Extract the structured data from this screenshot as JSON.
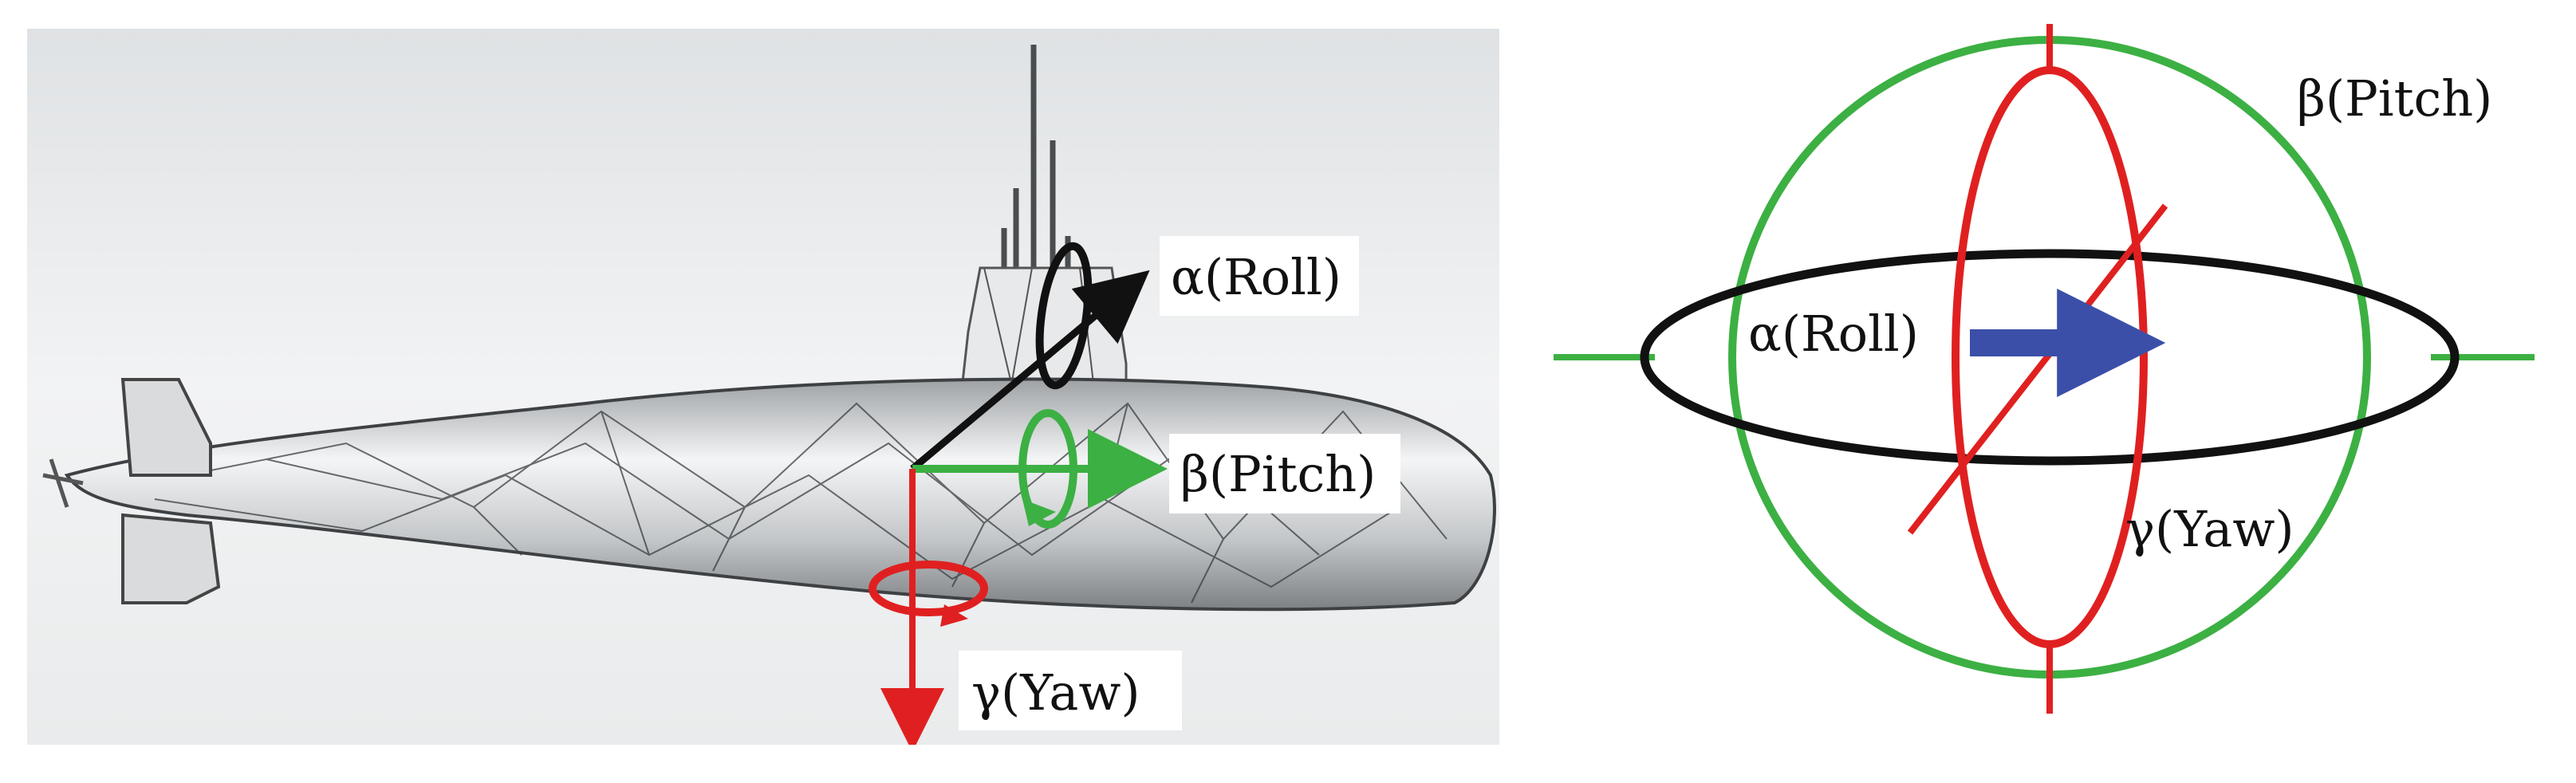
{
  "left": {
    "roll_label": "α(Roll)",
    "pitch_label": "β(Pitch)",
    "yaw_label": "γ(Yaw)"
  },
  "right": {
    "roll_label": "α(Roll)",
    "pitch_label": "β(Pitch)",
    "yaw_label": "γ(Yaw)"
  },
  "colors": {
    "roll": "#111111",
    "pitch": "#3cb043",
    "yaw": "#e02020",
    "direction_arrow": "#3b4fa8",
    "hull": "#c9cbcd",
    "background_gradient_top": "#e4e6e8",
    "background_gradient_bottom": "#f4f5f6"
  }
}
